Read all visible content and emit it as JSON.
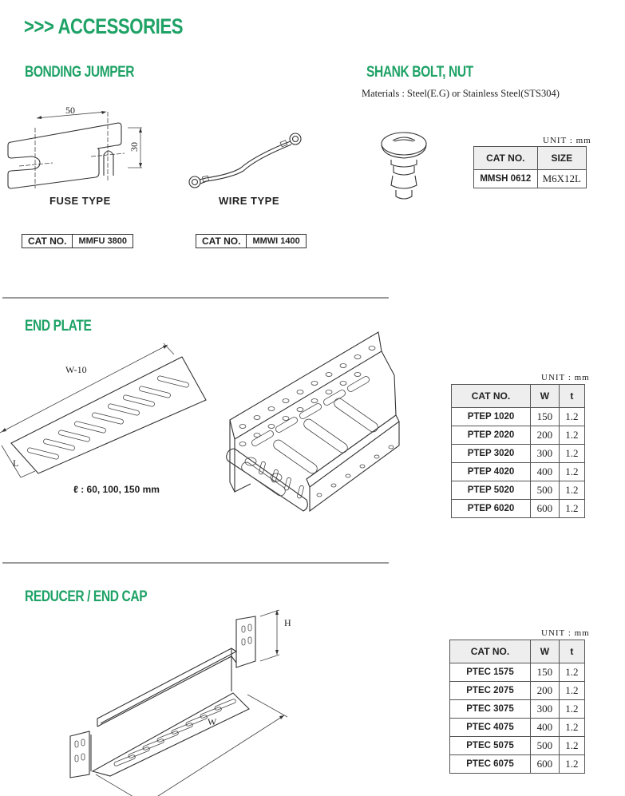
{
  "page": {
    "title": ">>> ACCESSORIES",
    "colors": {
      "accent_green": "#1ea266",
      "table_header_bg": "#eeeeee",
      "divider": "#9a9a9a"
    }
  },
  "bonding_jumper": {
    "title": "BONDING JUMPER",
    "fuse_type": {
      "caption": "FUSE TYPE",
      "dim_width": "50",
      "dim_height": "30",
      "cat_label": "CAT NO.",
      "cat_value": "MMFU 3800"
    },
    "wire_type": {
      "caption": "WIRE TYPE",
      "cat_label": "CAT NO.",
      "cat_value": "MMWI 1400"
    }
  },
  "shank_bolt": {
    "title": "SHANK BOLT, NUT",
    "materials": "Materials : Steel(E.G) or Stainless Steel(STS304)",
    "unit": "UNIT : mm",
    "table": {
      "headers": [
        "CAT NO.",
        "SIZE"
      ],
      "rows": [
        [
          "MMSH 0612",
          "M6X12L"
        ]
      ]
    }
  },
  "end_plate": {
    "title": "END PLATE",
    "dim_w": "W-10",
    "dim_l": "L",
    "length_note": "ℓ : 60, 100, 150 mm",
    "unit": "UNIT : mm",
    "table": {
      "headers": [
        "CAT NO.",
        "W",
        "t"
      ],
      "rows": [
        [
          "PTEP 1020",
          "150",
          "1.2"
        ],
        [
          "PTEP 2020",
          "200",
          "1.2"
        ],
        [
          "PTEP 3020",
          "300",
          "1.2"
        ],
        [
          "PTEP 4020",
          "400",
          "1.2"
        ],
        [
          "PTEP 5020",
          "500",
          "1.2"
        ],
        [
          "PTEP 6020",
          "600",
          "1.2"
        ]
      ]
    }
  },
  "reducer": {
    "title": "REDUCER / END CAP",
    "dim_h": "H",
    "dim_w": "W",
    "unit": "UNIT : mm",
    "table": {
      "headers": [
        "CAT NO.",
        "W",
        "t"
      ],
      "rows": [
        [
          "PTEC 1575",
          "150",
          "1.2"
        ],
        [
          "PTEC 2075",
          "200",
          "1.2"
        ],
        [
          "PTEC 3075",
          "300",
          "1.2"
        ],
        [
          "PTEC 4075",
          "400",
          "1.2"
        ],
        [
          "PTEC 5075",
          "500",
          "1.2"
        ],
        [
          "PTEC 6075",
          "600",
          "1.2"
        ]
      ]
    }
  }
}
